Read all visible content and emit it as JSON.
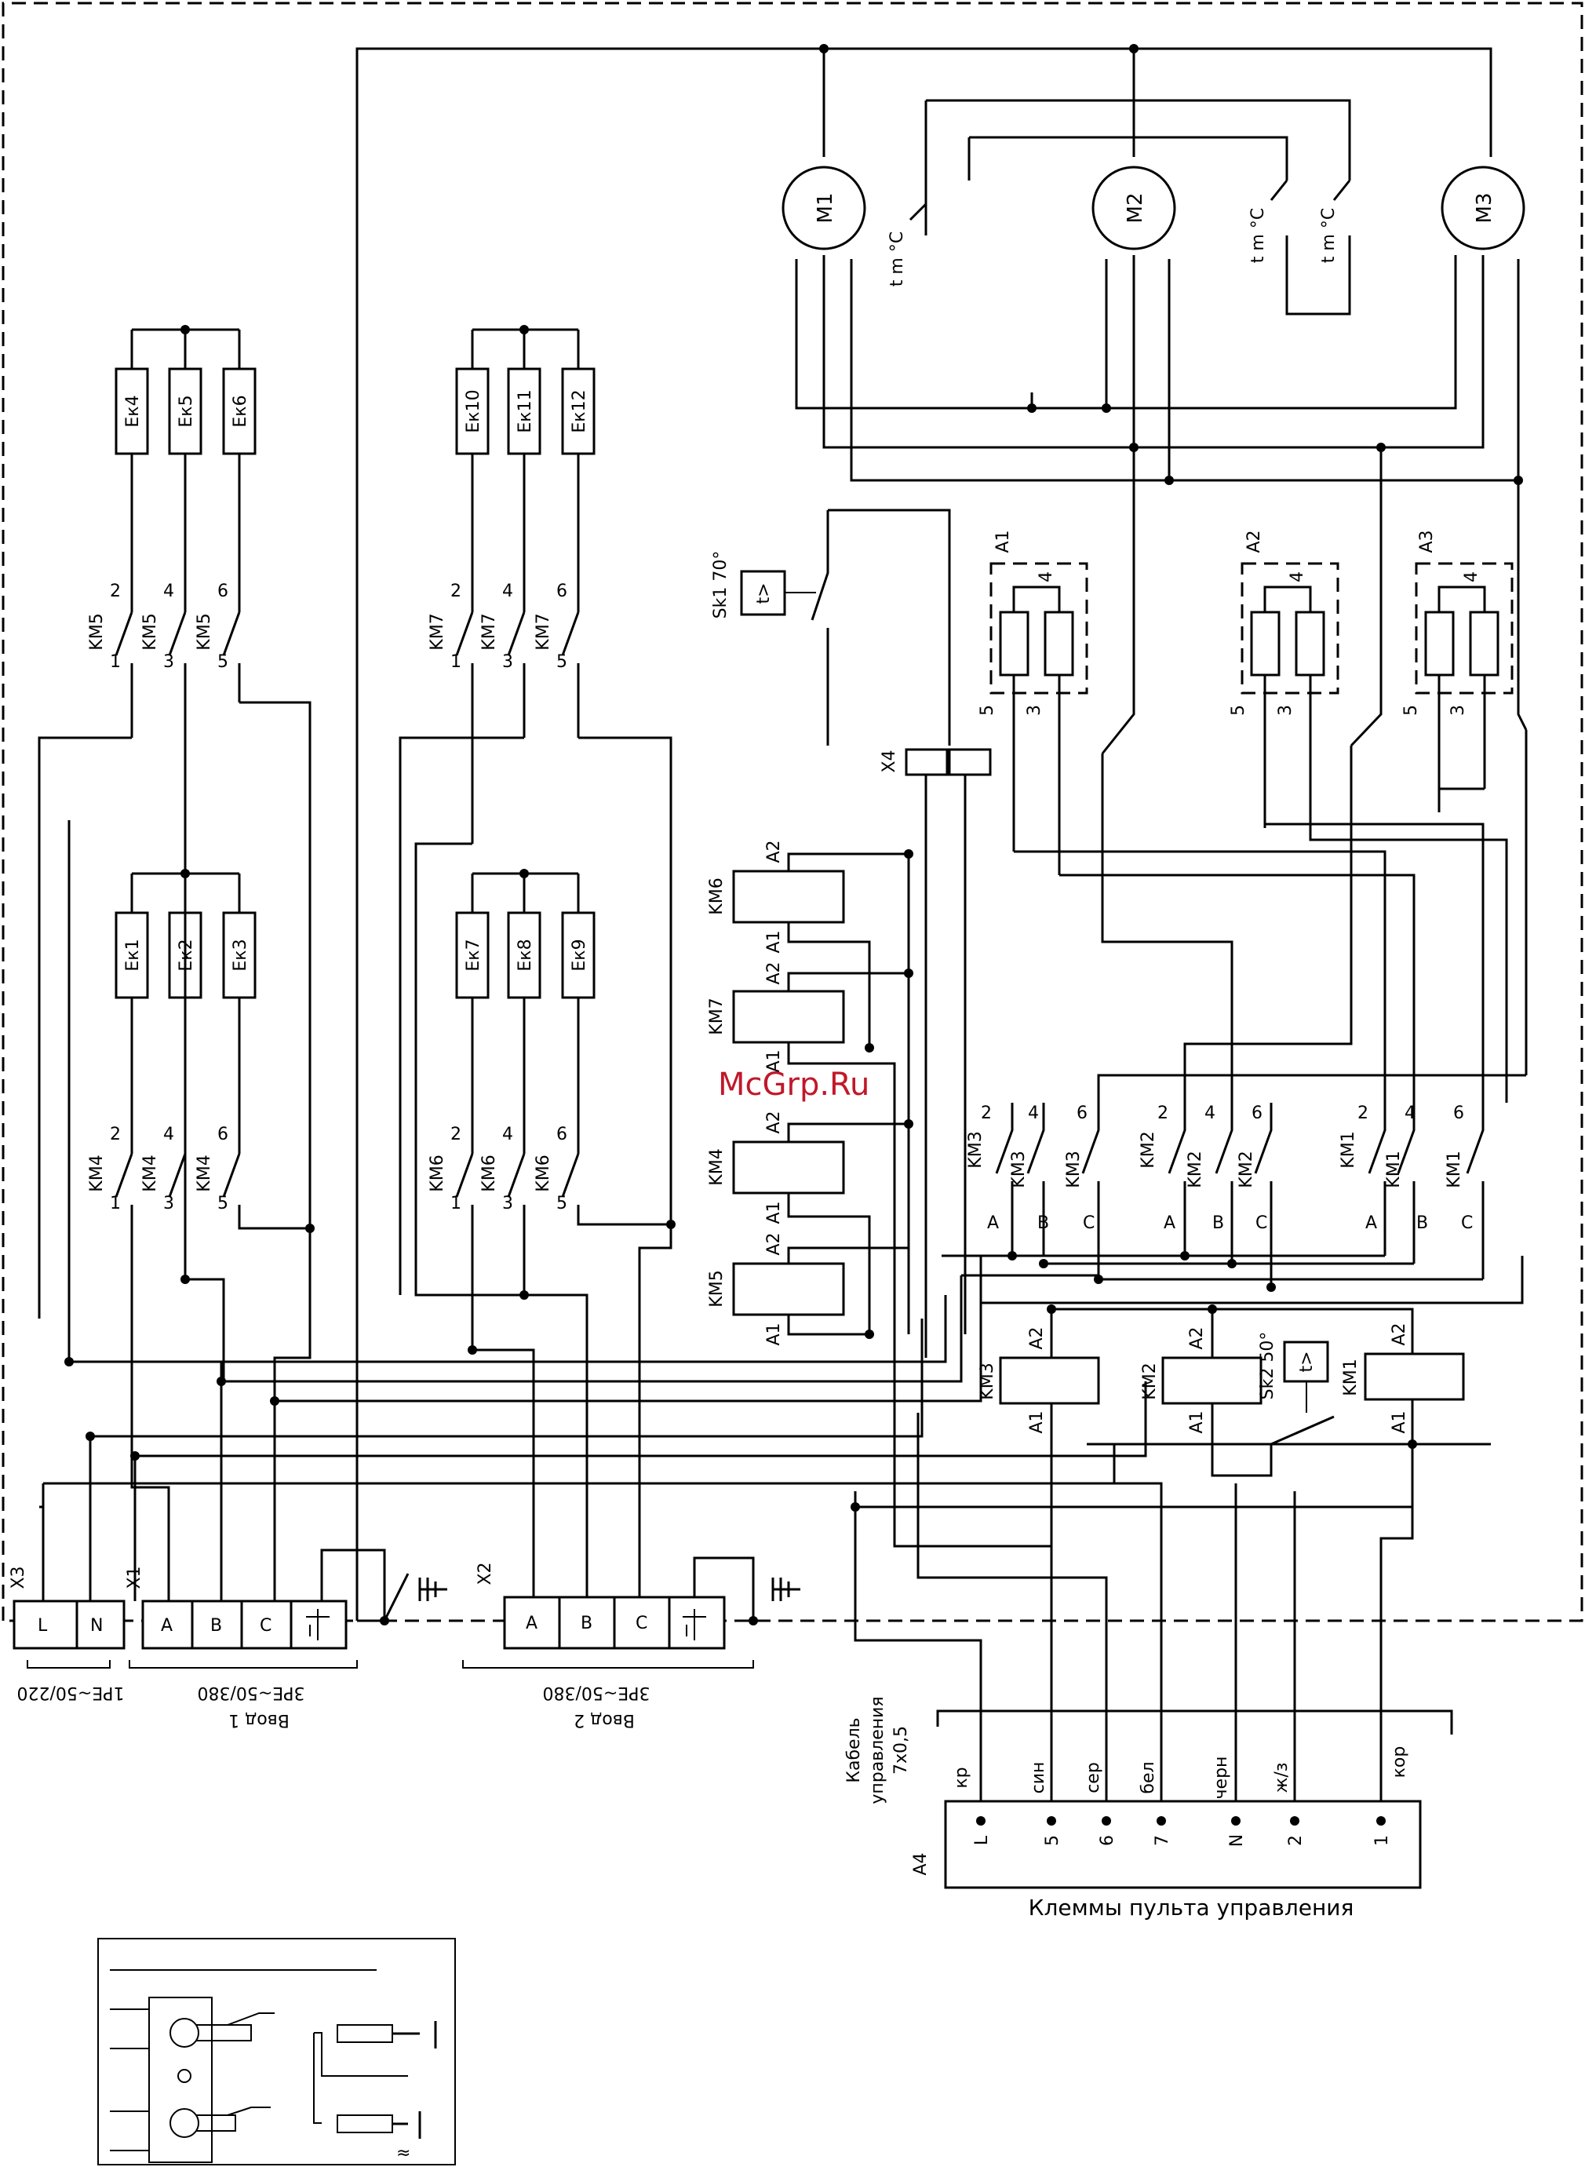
{
  "motors": [
    "M1",
    "M2",
    "M3"
  ],
  "thermo_sign": "t m °C",
  "heaters": {
    "group1": [
      "Eк1",
      "Eк2",
      "Eк3"
    ],
    "group2": [
      "Eк4",
      "Eк5",
      "Eк6"
    ],
    "group3": [
      "Eк7",
      "Eк8",
      "Eк9"
    ],
    "group4": [
      "Eк10",
      "Eк11",
      "Eк12"
    ]
  },
  "contactor_sets": {
    "km5": "KM5",
    "km4": "KM4",
    "km7": "KM7",
    "km6": "KM6",
    "km3": "KM3",
    "km2": "KM2",
    "km1": "KM1"
  },
  "pole_numbers_top": [
    "2",
    "4",
    "6"
  ],
  "pole_numbers_bottom": [
    "1",
    "3",
    "5"
  ],
  "coil_labels": [
    "KM6",
    "KM7",
    "KM4",
    "KM5",
    "KM3",
    "KM2",
    "KM1"
  ],
  "coil_pins": {
    "a1": "A1",
    "a2": "A2"
  },
  "thermostat1": "Sk1 70°",
  "thermostat2": "Sk2 50°",
  "temp_sign": "t>",
  "connector_x4": "X4",
  "blocks": [
    "A1",
    "A2",
    "A3"
  ],
  "block_pins": {
    "p5": "5",
    "p3": "3",
    "p4": "4"
  },
  "phase_letters": [
    "A",
    "B",
    "C"
  ],
  "terminals": {
    "x3": {
      "label": "X3",
      "pins": [
        "L",
        "N"
      ],
      "spec": "1PE~50/220"
    },
    "x1": {
      "label": "X1",
      "pins": [
        "A",
        "B",
        "C"
      ],
      "spec": "3PE~50/380",
      "name": "Ввод 1"
    },
    "x2": {
      "label": "X2",
      "pins": [
        "A",
        "B",
        "C"
      ],
      "spec": "3PE~50/380",
      "name": "Ввод 2"
    }
  },
  "cable": {
    "title": [
      "Кабель",
      "управления",
      "7х0,5"
    ],
    "colors": [
      "кр",
      "син",
      "сер",
      "бел",
      "черн",
      "ж/з",
      "кор"
    ]
  },
  "panel": {
    "label": "A4",
    "pins": [
      "L",
      "5",
      "6",
      "7",
      "N",
      "2",
      "1"
    ],
    "caption": "Клеммы пульта управления"
  },
  "watermark": "McGrp.Ru",
  "inset_mark": "≈"
}
